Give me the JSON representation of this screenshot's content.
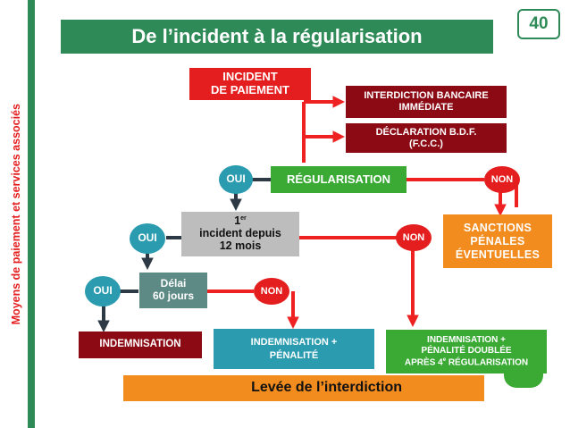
{
  "colors": {
    "title_bg": "#2e8b57",
    "side_bar": "#2e8b57",
    "red_box": "#e41e1e",
    "dark_red": "#8b0a14",
    "green": "#3aaa35",
    "teal": "#2b9bb0",
    "gray": "#bdbdbd",
    "slate": "#5e8a86",
    "orange": "#f28c1e",
    "arrow_red": "#ee2222",
    "arrow_dark": "#2d3a45"
  },
  "slide": {
    "number": "40",
    "side_label": "Moyens de paiement et services associés",
    "title": "De l’incident à la régularisation"
  },
  "diagram": {
    "incident": {
      "line1": "INCIDENT",
      "line2": "DE PAIEMENT"
    },
    "interdiction": {
      "line1": "INTERDICTION BANCAIRE",
      "line2": "IMMÉDIATE"
    },
    "declaration": {
      "line1": "DÉCLARATION B.D.F.",
      "line2": "(F.C.C.)"
    },
    "regularisation": "RÉGULARISATION",
    "oui_1": "OUI",
    "non_1": "NON",
    "sanctions": {
      "line1": "SANCTIONS",
      "line2": "PÉNALES",
      "line3": "ÉVENTUELLES"
    },
    "first_incident": {
      "number": "1",
      "sup": "er",
      "line1": "incident depuis",
      "line2": "12 mois"
    },
    "oui_2": "OUI",
    "non_2": "NON",
    "delai": {
      "line1": "Délai",
      "line2": "60 jours"
    },
    "oui_3": "OUI",
    "non_3": "NON",
    "indemnisation": "INDEMNISATION",
    "indemnisation_penalite": {
      "line1": "INDEMNISATION +",
      "line2": "PÉNALITÉ"
    },
    "indemnisation_doublee": {
      "line1": "INDEMNISATION +",
      "line2": "PÉNALITÉ DOUBLÉE",
      "line3_pre": "APRÈS 4",
      "line3_sup": "e",
      "line3_post": " RÉGULARISATION"
    },
    "levee": "Levée de l’interdiction"
  }
}
